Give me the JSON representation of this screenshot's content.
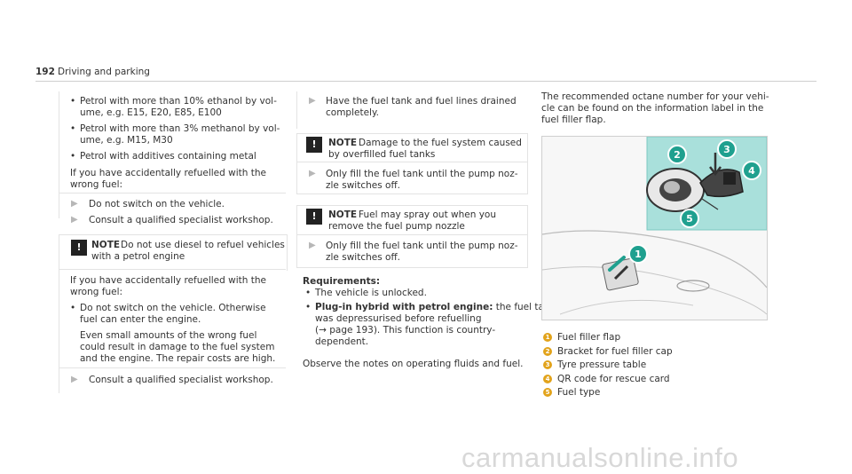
{
  "header": {
    "page_number": "192",
    "section": "Driving and parking"
  },
  "col1": {
    "bullets_top": [
      "Petrol with more than 10% ethanol by vol-",
      "ume, e.g. E15, E20, E85, E100",
      "Petrol with more than 3% methanol by vol-",
      "ume, e.g. M15, M30",
      "Petrol with additives containing metal"
    ],
    "intro1_l1": "If you have accidentally refuelled with the",
    "intro1_l2": "wrong fuel:",
    "step1": "Do not switch on the vehicle.",
    "step2": "Consult a qualified specialist workshop.",
    "note_label": "NOTE",
    "note_l1": "Do not use diesel to refuel vehicles",
    "note_l2": "with a petrol engine",
    "intro2_l1": "If you have accidentally refuelled with the",
    "intro2_l2": "wrong fuel:",
    "sub1_l1": "Do not switch on the vehicle. Otherwise",
    "sub1_l2": "fuel can enter the engine.",
    "sub2_l1": "Even small amounts of the wrong fuel",
    "sub2_l2": "could result in damage to the fuel system",
    "sub2_l3": "and the engine. The repair costs are high.",
    "step3": "Consult a qualified specialist workshop."
  },
  "col2": {
    "step1_l1": "Have the fuel tank and fuel lines drained",
    "step1_l2": "completely.",
    "note1_label": "NOTE",
    "note1_l1": "Damage to the fuel system caused",
    "note1_l2": "by overfilled fuel tanks",
    "step2_l1": "Only fill the fuel tank until the pump noz-",
    "step2_l2": "zle switches off.",
    "note2_label": "NOTE",
    "note2_l1": "Fuel may spray out when you",
    "note2_l2": "remove the fuel pump nozzle",
    "step3_l1": "Only fill the fuel tank until the pump noz-",
    "step3_l2": "zle switches off.",
    "req_title": "Requirements:",
    "req1": "The vehicle is unlocked.",
    "req2_bold": "Plug-in hybrid with petrol engine:",
    "req2_rest": " the fuel tank",
    "req2_l2": "was depressurised before refuelling",
    "req2_l3": "(→ page 193). This function is country-",
    "req2_l4": "dependent.",
    "observe": "Observe the notes on operating fluids and fuel."
  },
  "col3": {
    "intro_l1": "The recommended octane number for your vehi-",
    "intro_l2": "cle can be found on the information label in the",
    "intro_l3": "fuel filler flap.",
    "legend": [
      {
        "n": "1",
        "text": "Fuel filler flap"
      },
      {
        "n": "2",
        "text": "Bracket for fuel filler cap"
      },
      {
        "n": "3",
        "text": "Tyre pressure table"
      },
      {
        "n": "4",
        "text": "QR code for rescue card"
      },
      {
        "n": "5",
        "text": "Fuel type"
      }
    ],
    "callouts": [
      "1",
      "2",
      "3",
      "4",
      "5"
    ]
  },
  "colors": {
    "accent": "#e2a31b",
    "illustration_bg": "#a9e0db",
    "callout": "#1fa08f"
  },
  "watermark": "carmanualsonline.info"
}
